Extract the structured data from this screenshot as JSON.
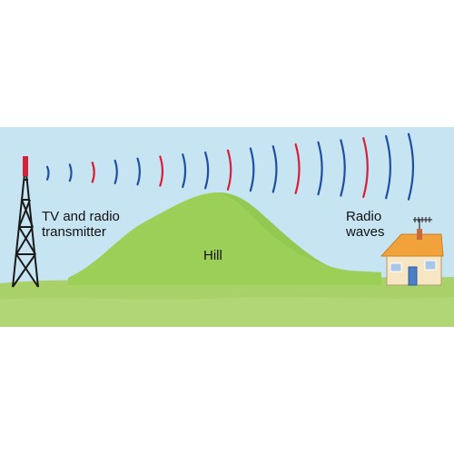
{
  "labels": {
    "transmitter": [
      "TV and radio",
      "transmitter"
    ],
    "hill": "Hill",
    "waves": [
      "Radio",
      "waves"
    ]
  },
  "colors": {
    "sky": "#c6e4f2",
    "ground": "#a8d169",
    "hill": "#9ccf58",
    "wave_blue": "#1f4fa0",
    "wave_red": "#d4213a",
    "roof": "#f2a23a",
    "house_wall": "#f6e6c4",
    "window": "#a9c6ea"
  },
  "icons": [
    "transmitter-tower-icon",
    "house-icon",
    "antenna-icon"
  ]
}
